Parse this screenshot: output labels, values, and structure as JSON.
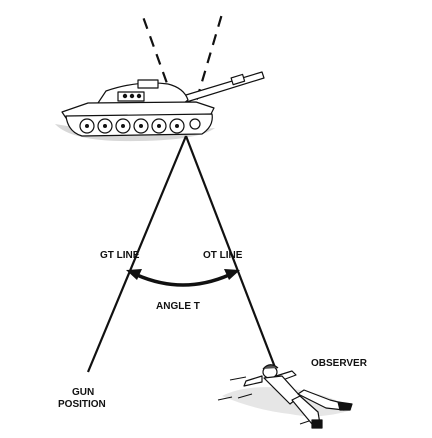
{
  "labels": {
    "gt_line": "GT LINE",
    "ot_line": "OT LINE",
    "angle": "ANGLE T",
    "observer": "OBSERVER",
    "gun_line1": "GUN",
    "gun_line2": "POSITION"
  },
  "colors": {
    "ink": "#111111",
    "background": "#ffffff"
  },
  "icons": {
    "target": "tank-icon",
    "observer": "prone-soldier-icon"
  }
}
